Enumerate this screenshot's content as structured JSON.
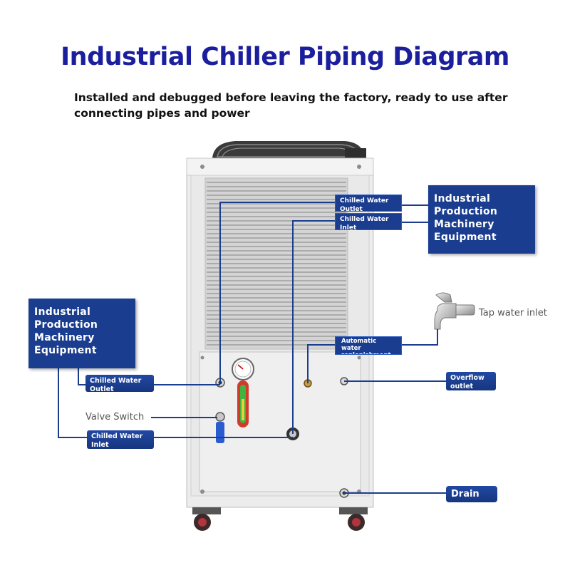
{
  "title": "Industrial Chiller Piping Diagram",
  "subtitle": "Installed and debugged before leaving the factory, ready to use after connecting pipes and power",
  "labels": {
    "right_equipment": "Industrial Production Machinery Equipment",
    "left_equipment": "Industrial Production Machinery Equipment",
    "top_outlet": "Chilled Water Outlet",
    "top_inlet": "Chilled Water Inlet",
    "tap_water_inlet": "Tap water inlet",
    "auto_water": "Automatic water replenishment",
    "overflow_outlet": "Overflow outlet",
    "left_outlet": "Chilled Water Outlet",
    "valve_switch": "Valve Switch",
    "left_inlet": "Chilled Water Inlet",
    "drain": "Drain"
  },
  "colors": {
    "title": "#1b1f9e",
    "label_box": "#1a3d8f",
    "pipe_line": "#1a3d8f",
    "cabinet": "#ececec",
    "gauge_red": "#e03030",
    "gauge_green": "#3fb53f",
    "valve_handle": "#2a5cd0"
  }
}
